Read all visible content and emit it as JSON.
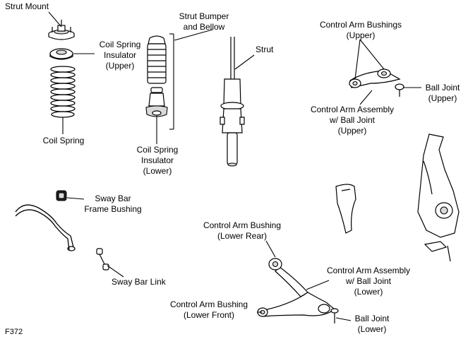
{
  "labels": {
    "strut_mount": "Strut Mount",
    "coil_spring_insulator_upper": [
      "Coil Spring",
      "Insulator",
      "(Upper)"
    ],
    "coil_spring": "Coil Spring",
    "strut_bumper": [
      "Strut Bumper",
      "and Bellow"
    ],
    "coil_spring_insulator_lower": [
      "Coil Spring",
      "Insulator",
      "(Lower)"
    ],
    "strut": "Strut",
    "control_arm_bushings_upper": [
      "Control Arm Bushings",
      "(Upper)"
    ],
    "ball_joint_upper": [
      "Ball Joint",
      "(Upper)"
    ],
    "control_arm_assembly_upper": [
      "Control Arm Assembly",
      "w/ Ball Joint",
      "(Upper)"
    ],
    "sway_bar_frame_bushing": [
      "Sway Bar",
      "Frame Bushing"
    ],
    "sway_bar_link": "Sway Bar Link",
    "control_arm_bushing_lower_rear": [
      "Control Arm Bushing",
      "(Lower Rear)"
    ],
    "control_arm_assembly_lower": [
      "Control Arm Assembly",
      "w/ Ball Joint",
      "(Lower)"
    ],
    "control_arm_bushing_lower_front": [
      "Control Arm Bushing",
      "(Lower Front)"
    ],
    "ball_joint_lower": [
      "Ball Joint",
      "(Lower)"
    ],
    "figure_code": "F372"
  }
}
